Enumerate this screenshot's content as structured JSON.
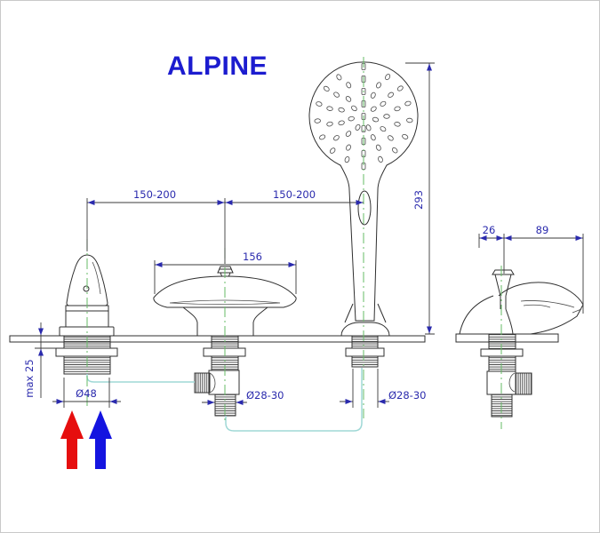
{
  "title": "ALPINE",
  "dimensions": {
    "handle_to_spout_spacing": "150-200",
    "spout_to_shower_spacing": "150-200",
    "spout_body_width": "156",
    "shower_overall_height": "293",
    "max_mounting_thickness": "max 25",
    "handle_hole_diameter": "Ø48",
    "spout_hole_diameter": "Ø28-30",
    "shower_hole_diameter": "Ø28-30",
    "side_view_knob_offset": "26",
    "side_view_spout_reach": "89"
  },
  "icons": {
    "hot_supply": "red-up-arrow-icon",
    "cold_supply": "blue-up-arrow-icon"
  },
  "colors": {
    "title_text": "#1c1ccf",
    "dimension_text": "#2a2aad",
    "drawing_line": "#2f2f2f",
    "centerline_green": "#66bb66",
    "hose_cyan": "#9fd8d6",
    "hot_arrow_red": "#e60e0e",
    "cold_arrow_blue": "#1414e0"
  }
}
